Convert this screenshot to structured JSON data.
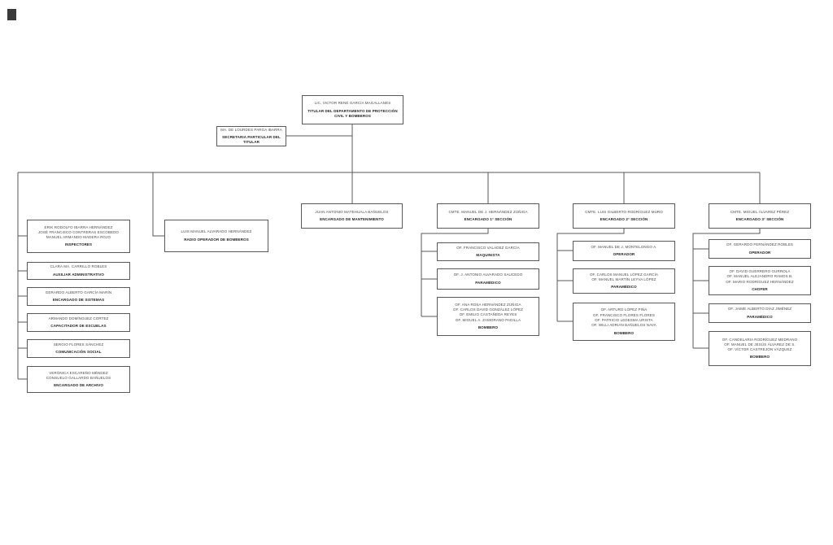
{
  "page": {
    "background": "#ffffff",
    "line_color": "#58595b",
    "box_border_color": "#58595b",
    "name_text_color": "#4a4a4a",
    "role_text_color": "#1f1f1f"
  },
  "org_chart": {
    "type": "organizational-chart",
    "nodes": {
      "titular": {
        "lines": [
          "LIC. VICTOR RENÉ GARCÍA MAGALLANES"
        ],
        "role": "TITULAR DEL DEPARTAMENTO DE PROTECCIÓN CIVIL Y BOMBEROS"
      },
      "secretaria": {
        "lines": [
          "MA. DE LOURDES PARGA IBARRA"
        ],
        "role": "SECRETARIA PARTICULAR DEL TITULAR"
      },
      "inspectores": {
        "lines": [
          "ERIK RODOLFO IBARRA HERNÁNDEZ",
          "JOSÉ FRANCISCO CONTRERAS ESCOBEDO",
          "MANUEL ARMANDO MADERA ROJO"
        ],
        "role": "INSPECTORES"
      },
      "aux_admin": {
        "lines": [
          "CLARA MA. CARRILLO ROBLES"
        ],
        "role": "AUXILIAR ADMINISTRATIVO"
      },
      "sistemas": {
        "lines": [
          "GERARDO ALBERTO GARCÍA MARÍN"
        ],
        "role": "ENCARGADO DE SISTEMAS"
      },
      "capacitador": {
        "lines": [
          "ARMANDO DOMÍNGUEZ CORTEZ"
        ],
        "role": "CAPACITADOR DE ESCUELAS"
      },
      "comsocial": {
        "lines": [
          "SERGIO FLORES SÁNCHEZ"
        ],
        "role": "COMUNICACIÓN SOCIAL"
      },
      "archivo": {
        "lines": [
          "VERÓNICA ESCAREÑO MÉNDEZ",
          "CONSUELO GALLARDO BAÑUELOS"
        ],
        "role": "ENCARGADO DE ARCHIVO"
      },
      "radio": {
        "lines": [
          "LUIS MANUEL ALVARADO HERNÁNDEZ"
        ],
        "role": "RADIO OPERADOR DE BOMBEROS"
      },
      "mantenimiento": {
        "lines": [
          "JUAN ANTONIO MATEHUALA BAÑUELOS"
        ],
        "role": "ENCARGADO DE MANTENIMIENTO"
      },
      "seccion1": {
        "lines": [
          "CMTE. MANUEL DE J. HERNÁNDEZ ZÚÑIGA"
        ],
        "role": "ENCARGADO 1° SECCIÓN"
      },
      "s1_maquinista": {
        "lines": [
          "OF. FRANCISCO VALADEZ GARCÍA"
        ],
        "role": "MAQUINISTA"
      },
      "s1_paramedico": {
        "lines": [
          "OF. J. ANTONIO ALVARADO SAUCEDO"
        ],
        "role": "PARAMÉDICO"
      },
      "s1_bombero": {
        "lines": [
          "OF. ANA ROSA HERNÁNDEZ ZÚÑIGA",
          "OF. CARLOS DAVID GONZÁLEZ LÓPEZ",
          "OF. EMILIO CASTAÑEDA REYES",
          "OF. MIGUEL A. ZAMORANO PADILLA"
        ],
        "role": "BOMBERO"
      },
      "seccion2": {
        "lines": [
          "CMTE. LUIS GILBERTO RODRÍGUEZ MURO"
        ],
        "role": "ENCARGADO 2° SECCIÓN"
      },
      "s2_operador": {
        "lines": [
          "OF. MANUEL DE J. MONTELONGO A."
        ],
        "role": "OPERADOR"
      },
      "s2_paramedico": {
        "lines": [
          "OF. CARLOS MANUEL LÓPEZ GARCÍA",
          "OF. MANUEL MARTÍN LEYVA LÓPEZ"
        ],
        "role": "PARAMÉDICO"
      },
      "s2_bombero": {
        "lines": [
          "OF. ARTURO LÓPEZ PIÑA",
          "OF. FRANCISCO FLORES FLORES",
          "OF. PATRICIO LEDESMA URISTA",
          "OF. WILLI ADRIÁN BAÑUELOS NAVA"
        ],
        "role": "BOMBERO"
      },
      "seccion3": {
        "lines": [
          "CMTE. MIGUEL ÁLVAREZ PÉREZ"
        ],
        "role": "ENCARGADO 3° SECCIÓN"
      },
      "s3_operador": {
        "lines": [
          "OF. GERARDO FERNÁNDEZ ROBLES"
        ],
        "role": "OPERADOR"
      },
      "s3_chofer": {
        "lines": [
          "OF. DAVID GUERRERO GURROLA",
          "OF. MANUEL ALEJANDRO RAMOS B.",
          "OF. MARIO RODRÍGUEZ HERNÁNDEZ"
        ],
        "role": "CHOFER"
      },
      "s3_paramedico": {
        "lines": [
          "OF. JAIME ALBERTO DÍAZ JIMÉNEZ"
        ],
        "role": "PARAMÉDICO"
      },
      "s3_bombero": {
        "lines": [
          "OF. CANDELARIA RODRÍGUEZ MEDRANO",
          "OF. MANUEL DE JESÚS ÁLVAREZ DE S.",
          "OF. VÍCTOR CASTREJÓN VÁZQUEZ"
        ],
        "role": "BOMBERO"
      }
    },
    "hierarchy": [
      [
        "titular",
        "secretaria"
      ],
      [
        "titular",
        "inspectores"
      ],
      [
        "titular",
        "aux_admin"
      ],
      [
        "titular",
        "sistemas"
      ],
      [
        "titular",
        "capacitador"
      ],
      [
        "titular",
        "comsocial"
      ],
      [
        "titular",
        "archivo"
      ],
      [
        "titular",
        "radio"
      ],
      [
        "titular",
        "mantenimiento"
      ],
      [
        "titular",
        "seccion1"
      ],
      [
        "titular",
        "seccion2"
      ],
      [
        "titular",
        "seccion3"
      ],
      [
        "seccion1",
        "s1_maquinista"
      ],
      [
        "seccion1",
        "s1_paramedico"
      ],
      [
        "seccion1",
        "s1_bombero"
      ],
      [
        "seccion2",
        "s2_operador"
      ],
      [
        "seccion2",
        "s2_paramedico"
      ],
      [
        "seccion2",
        "s2_bombero"
      ],
      [
        "seccion3",
        "s3_operador"
      ],
      [
        "seccion3",
        "s3_chofer"
      ],
      [
        "seccion3",
        "s3_paramedico"
      ],
      [
        "seccion3",
        "s3_bombero"
      ]
    ]
  }
}
